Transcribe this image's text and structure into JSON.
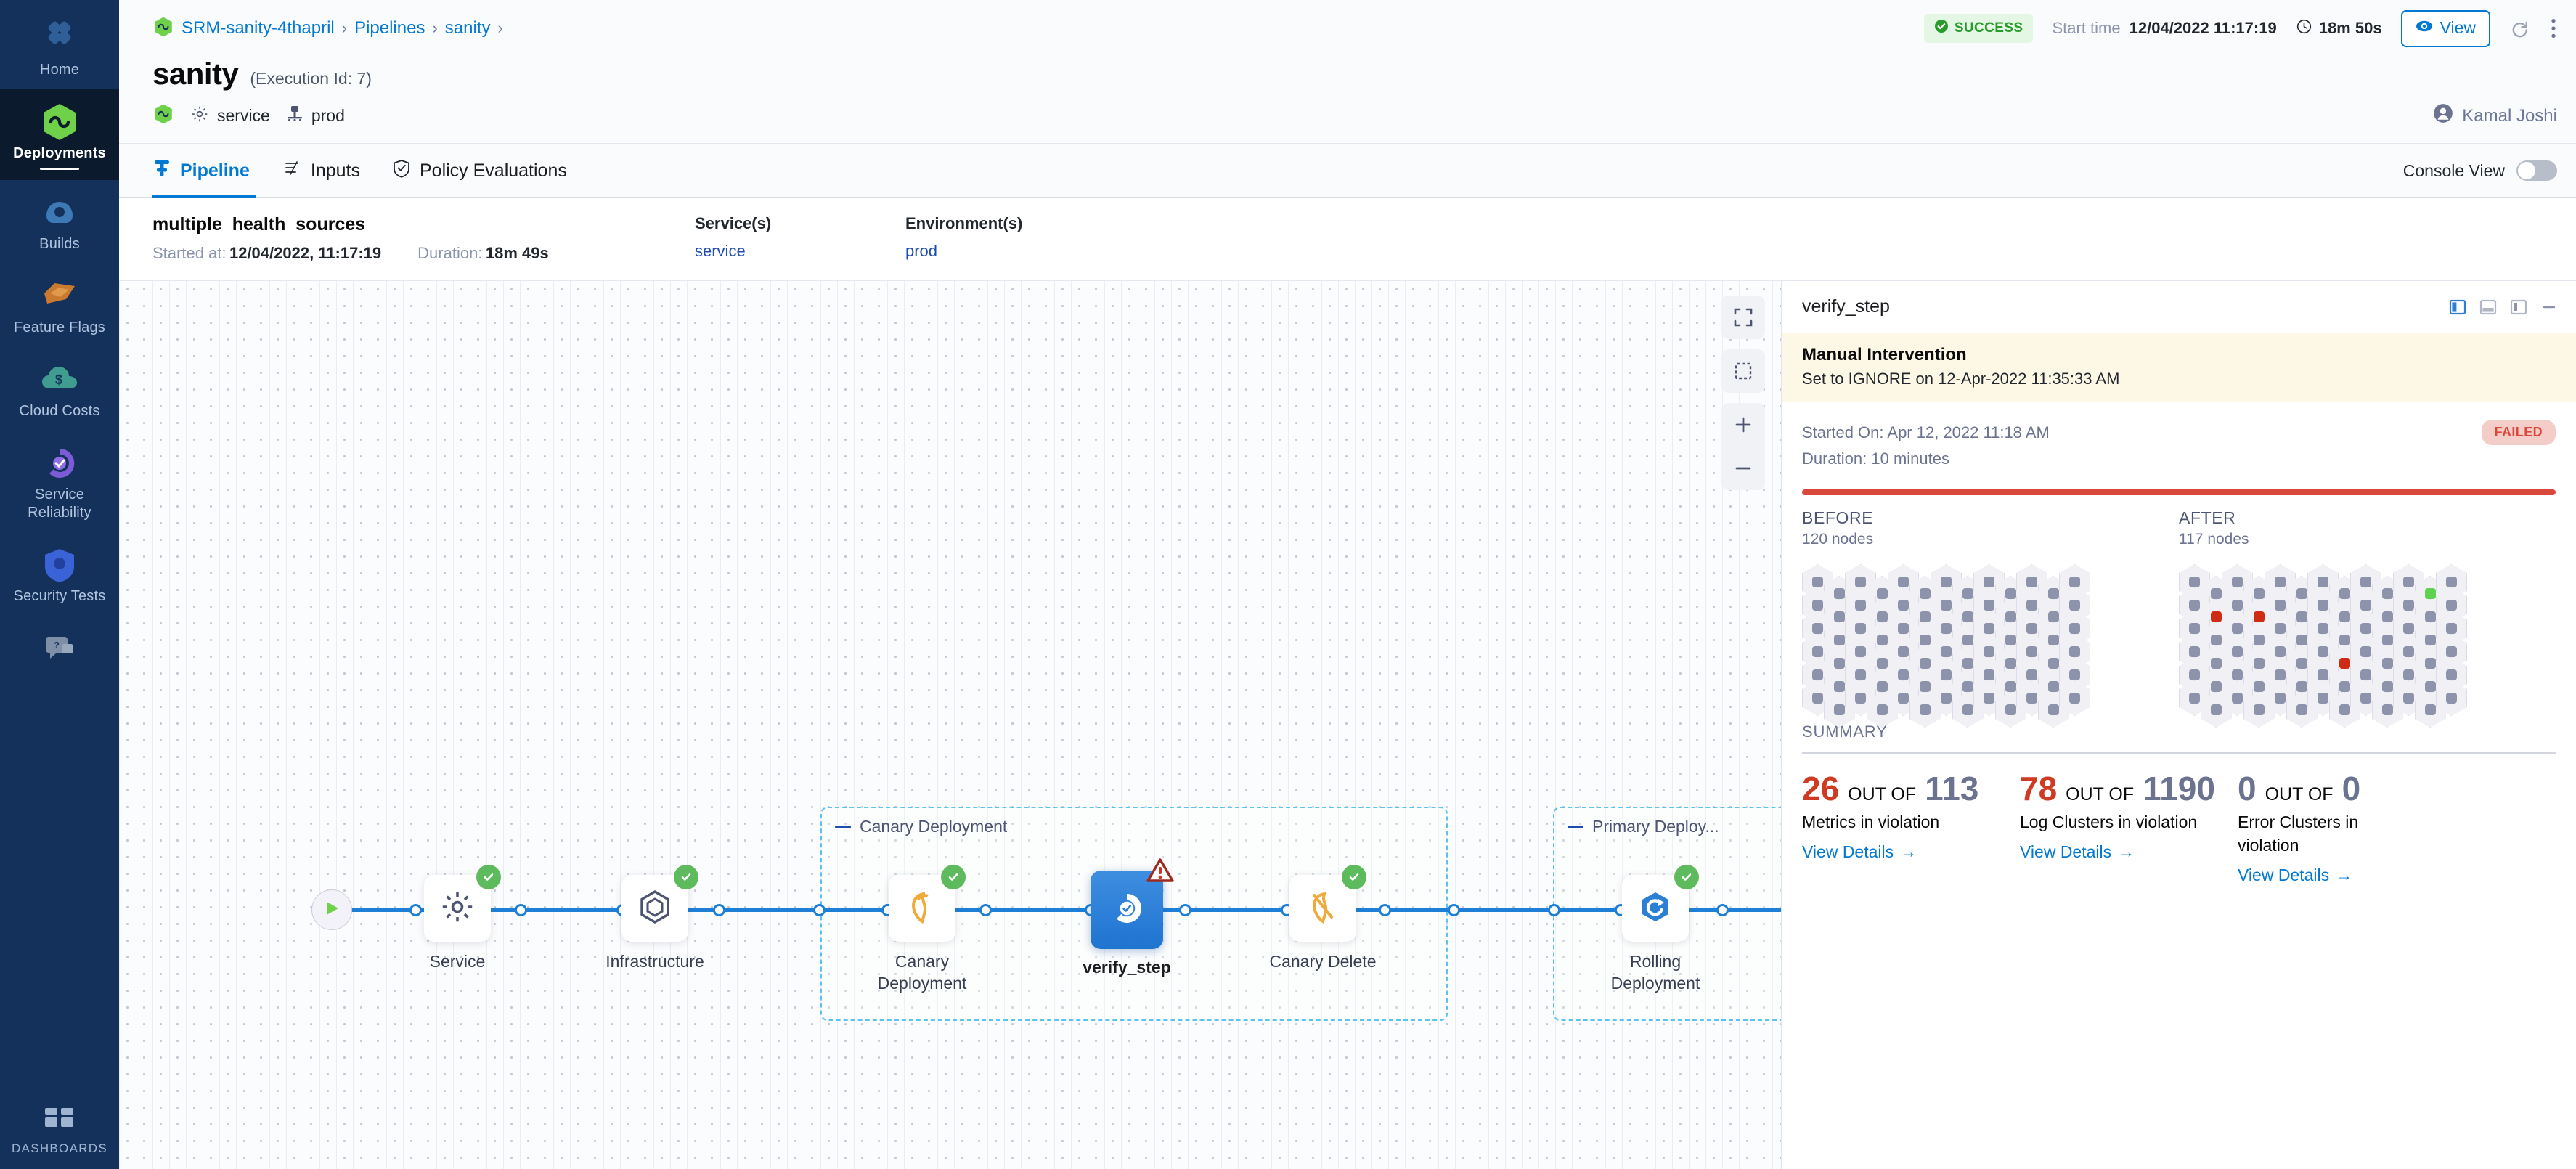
{
  "sidebar": {
    "items": [
      {
        "label": "Home",
        "icon": "home-grid-icon",
        "active": false
      },
      {
        "label": "Deployments",
        "icon": "deployments-hex-icon",
        "active": true
      },
      {
        "label": "Builds",
        "icon": "builds-icon",
        "active": false
      },
      {
        "label": "Feature Flags",
        "icon": "feature-flags-icon",
        "active": false
      },
      {
        "label": "Cloud Costs",
        "icon": "cloud-costs-icon",
        "active": false
      },
      {
        "label": "Service Reliability",
        "icon": "service-reliability-icon",
        "active": false
      },
      {
        "label": "Security Tests",
        "icon": "security-tests-icon",
        "active": false
      }
    ],
    "help_icon": "help-chat-icon",
    "dashboards_label": "DASHBOARDS",
    "dashboards_icon": "dashboards-grid-icon",
    "accent_active_bg": "#0b1b2d",
    "bg": "#14315c"
  },
  "breadcrumb": {
    "project_icon": "deployments-hex-icon",
    "items": [
      "SRM-sanity-4thapril",
      "Pipelines",
      "sanity"
    ],
    "separator": "›",
    "trailing_separator": "›"
  },
  "header": {
    "status_badge": "SUCCESS",
    "status_icon": "check-circle-icon",
    "start_time_label": "Start time",
    "start_time_value": "12/04/2022 11:17:19",
    "duration_icon": "clock-icon",
    "duration_value": "18m 50s",
    "view_button": "View",
    "view_icon": "eye-icon",
    "refresh_icon": "refresh-icon",
    "more_icon": "more-vertical-icon",
    "success_color": "#299b2c"
  },
  "title": {
    "name": "sanity",
    "execution_id": "(Execution Id: 7)"
  },
  "meta": {
    "pipeline_icon": "deployments-hex-icon",
    "service_icon": "gear-icon",
    "service": "service",
    "environment_icon": "infrastructure-icon",
    "environment": "prod",
    "user_icon": "avatar-icon",
    "user": "Kamal Joshi"
  },
  "tabs": [
    {
      "label": "Pipeline",
      "icon": "pipeline-icon",
      "active": true
    },
    {
      "label": "Inputs",
      "icon": "inputs-icon",
      "active": false
    },
    {
      "label": "Policy Evaluations",
      "icon": "policy-shield-icon",
      "active": false
    }
  ],
  "console": {
    "label": "Console View",
    "enabled": false
  },
  "stage_info": {
    "name": "multiple_health_sources",
    "started_label": "Started at:",
    "started_value": "12/04/2022, 11:17:19",
    "duration_label": "Duration:",
    "duration_value": "18m 49s",
    "services_header": "Service(s)",
    "services_value": "service",
    "environments_header": "Environment(s)",
    "environments_value": "prod"
  },
  "graph": {
    "controls": [
      {
        "name": "fit-screen-button",
        "icon": "fit-screen-icon"
      },
      {
        "name": "select-area-button",
        "icon": "dashed-square-icon"
      },
      {
        "name": "zoom-in-button",
        "icon": "plus-icon"
      },
      {
        "name": "zoom-out-button",
        "icon": "minus-icon"
      }
    ],
    "start_icon": "play-icon",
    "end_icon": "stop-icon",
    "nodes": [
      {
        "id": "service",
        "label": "Service",
        "icon": "gear-icon",
        "status": "success",
        "selected": false
      },
      {
        "id": "infrastructure",
        "label": "Infrastructure",
        "icon": "infrastructure-hex-icon",
        "status": "success",
        "selected": false
      },
      {
        "id": "canary-deployment",
        "label": "Canary Deployment",
        "icon": "canary-icon",
        "status": "success",
        "selected": false
      },
      {
        "id": "verify-step",
        "label": "verify_step",
        "icon": "verify-icon",
        "status": "warning",
        "selected": true
      },
      {
        "id": "canary-delete",
        "label": "Canary Delete",
        "icon": "canary-delete-icon",
        "status": "success",
        "selected": false
      },
      {
        "id": "rolling-deployment",
        "label": "Rolling Deployment",
        "icon": "rolling-icon",
        "status": "success",
        "selected": false
      }
    ],
    "groups": [
      {
        "id": "canary-deployment-group",
        "label": "Canary Deployment"
      },
      {
        "id": "primary-deployment-group",
        "label": "Primary Deploy..."
      }
    ]
  },
  "detail_panel": {
    "title": "verify_step",
    "actions": [
      {
        "name": "panel-right-view-button",
        "icon": "panel-right-icon"
      },
      {
        "name": "panel-bottom-view-button",
        "icon": "panel-bottom-icon"
      },
      {
        "name": "panel-float-view-button",
        "icon": "panel-float-icon"
      },
      {
        "name": "panel-minimize-button",
        "icon": "minimize-icon"
      }
    ],
    "banner": {
      "title": "Manual Intervention",
      "subtitle": "Set to IGNORE on 12-Apr-2022 11:35:33 AM",
      "bg": "#fdf8e6"
    },
    "started_on": "Started On: Apr 12, 2022 11:18 AM",
    "duration": "Duration: 10 minutes",
    "status_chip": "FAILED",
    "status_color": "#d9483b",
    "before": {
      "title": "BEFORE",
      "nodes": "120 nodes"
    },
    "after": {
      "title": "AFTER",
      "nodes": "117 nodes"
    },
    "summary_title": "SUMMARY",
    "out_of_label": "OUT OF",
    "view_details_label": "View Details",
    "view_details_arrow": "→",
    "stats": [
      {
        "name": "metrics-in-violation",
        "violations": "26",
        "total": "113",
        "description": "Metrics in violation"
      },
      {
        "name": "log-clusters-in-violation",
        "violations": "78",
        "total": "1190",
        "description": "Log Clusters in violation"
      },
      {
        "name": "error-clusters-in-violation",
        "violations": "0",
        "total": "0",
        "description": "Error Clusters in violation"
      }
    ]
  },
  "chart_data": {
    "type": "heatmap",
    "title": "Node health before/after deployment",
    "series": [
      {
        "name": "BEFORE",
        "nodes": 120,
        "healthy": 120,
        "unhealthy": 0,
        "improved": 0
      },
      {
        "name": "AFTER",
        "nodes": 117,
        "healthy": 113,
        "unhealthy": 3,
        "improved": 1
      }
    ]
  }
}
